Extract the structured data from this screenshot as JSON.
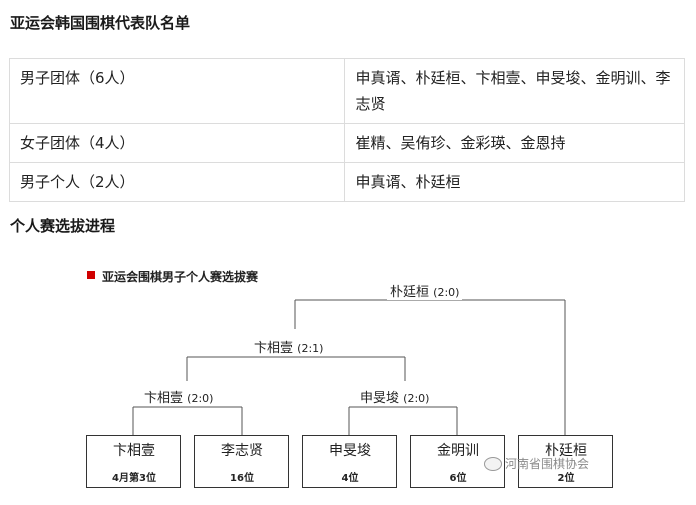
{
  "section1": {
    "title": "亚运会韩国围棋代表队名单"
  },
  "roster": [
    {
      "category": "男子团体（6人）",
      "players": "申真谞、朴廷桓、卞相壹、申旻埈、金明训、李志贤"
    },
    {
      "category": "女子团体（4人）",
      "players": "崔精、吴侑珍、金彩瑛、金恩持"
    },
    {
      "category": "男子个人（2人）",
      "players": "申真谞、朴廷桓"
    }
  ],
  "section2": {
    "title": "个人赛选拔进程"
  },
  "bracket": {
    "title": "亚运会围棋男子个人赛选拔赛",
    "final": {
      "winner": "朴廷桓",
      "score": "(2:0)"
    },
    "semi": {
      "winner": "卞相壹",
      "score": "(2:1)"
    },
    "quarter_left": {
      "winner": "卞相壹",
      "score": "(2:0)"
    },
    "quarter_right": {
      "winner": "申旻埈",
      "score": "(2:0)"
    },
    "players": [
      {
        "name": "卞相壹",
        "rank": "4月第3位"
      },
      {
        "name": "李志贤",
        "rank": "16位"
      },
      {
        "name": "申旻埈",
        "rank": "4位"
      },
      {
        "name": "金明训",
        "rank": "6位"
      },
      {
        "name": "朴廷桓",
        "rank": "2位"
      }
    ],
    "accent_color": "#d00000"
  },
  "watermark": {
    "text": "河南省围棋协会",
    "icon": "wechat-icon"
  }
}
